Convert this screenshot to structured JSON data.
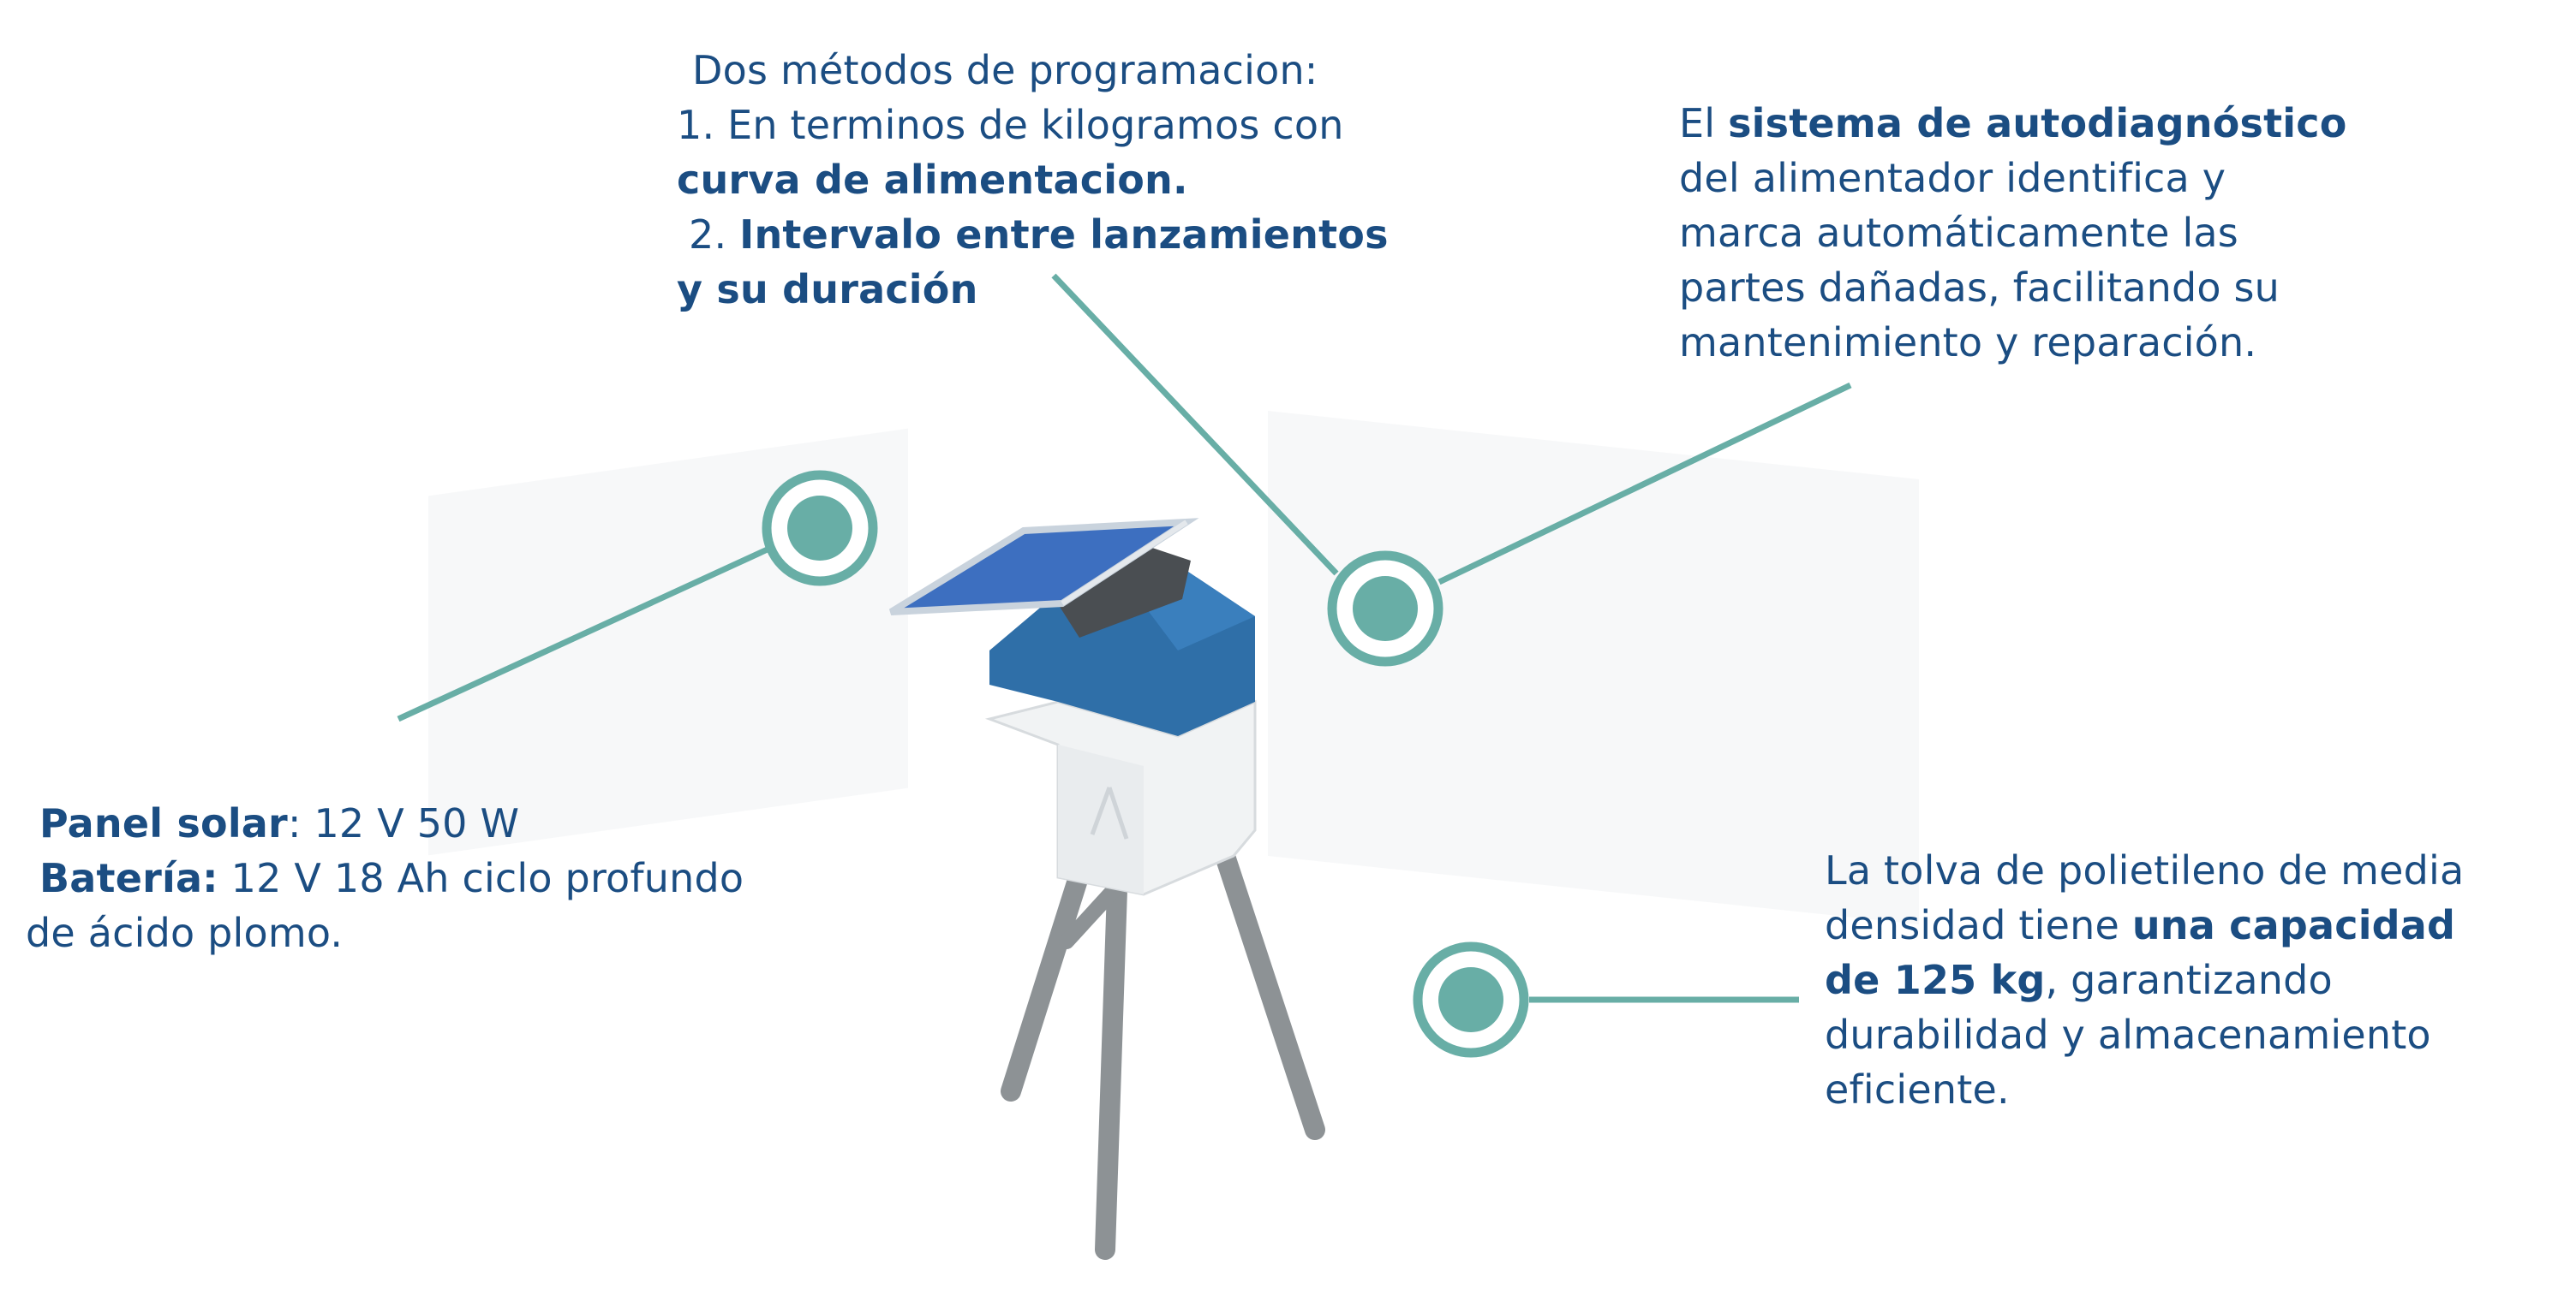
{
  "colors": {
    "text": "#1b4d82",
    "accent_teal": "#68aea6",
    "product_blue": "#2f6fa8",
    "product_white": "#f1f3f4",
    "legs": "#8d9295",
    "solar_panel": "#3d6fc0"
  },
  "icons": {
    "hotspot": "target-circle-icon"
  },
  "callouts": {
    "programming": {
      "heading": "Dos métodos de programacion:",
      "item1_prefix": "1. En terminos de kilogramos con",
      "item1_bold": "curva de alimentacion.",
      "item2_prefix": "2. ",
      "item2_bold_a": "Intervalo entre lanzamientos",
      "item2_bold_b": "y su duración"
    },
    "diagnostic": {
      "prefix": "El ",
      "bold": "sistema de autodiagnóstico",
      "line2": "del alimentador identifica y",
      "line3": "marca automáticamente las",
      "line4": "partes dañadas, facilitando su",
      "line5": "mantenimiento y reparación."
    },
    "power": {
      "panel_label": "Panel solar",
      "panel_value": ": 12 V 50 W",
      "battery_label": "Batería:",
      "battery_value": " 12 V 18 Ah ciclo profundo",
      "battery_line2": "de ácido plomo."
    },
    "hopper": {
      "line1": "La tolva de polietileno de media",
      "line2_prefix": "densidad tiene ",
      "line2_bold": "una capacidad",
      "line3_bold": "de 125 kg",
      "line3_suffix": ", garantizando",
      "line4": "durabilidad y almacenamiento",
      "line5": "eficiente."
    }
  }
}
